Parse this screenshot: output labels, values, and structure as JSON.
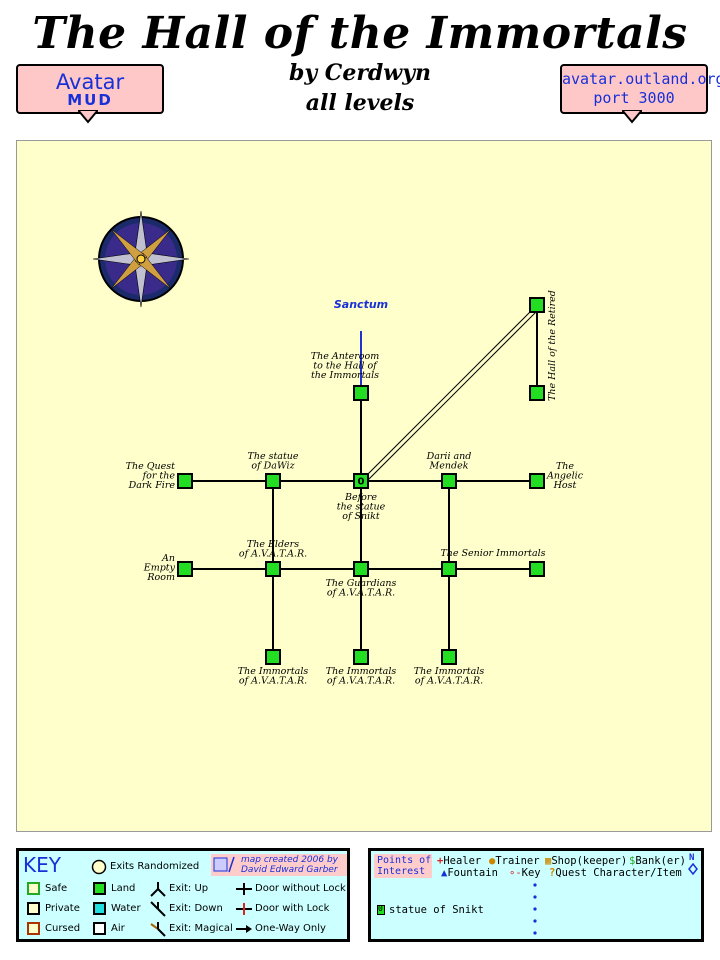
{
  "header": {
    "title": "The Hall of the Immortals",
    "author": "by Cerdwyn",
    "levels": "all levels",
    "logo_top": "Avatar",
    "logo_bottom": "MUD",
    "host": "avatar.outland.org",
    "port": "port 3000"
  },
  "map": {
    "rooms": [
      {
        "id": "r1",
        "label": [
          "The Anteroom",
          "to the Hall of",
          "the Immortals"
        ],
        "col": 4,
        "row": 1
      },
      {
        "id": "r2",
        "label": [
          "The statue",
          "of DaWiz"
        ],
        "col": 3,
        "row": 2
      },
      {
        "id": "r3",
        "label": [
          "Before",
          "the statue",
          "of Snikt"
        ],
        "col": 4,
        "row": 2,
        "poi": "0"
      },
      {
        "id": "r4",
        "label": [
          "Darii and",
          "Mendek"
        ],
        "col": 5,
        "row": 2
      },
      {
        "id": "r5",
        "label": [
          "The",
          "Angelic",
          "Host"
        ],
        "col": 6,
        "row": 2
      },
      {
        "id": "r6",
        "label": [
          "The Quest",
          "for the",
          "Dark Fire"
        ],
        "col": 2,
        "row": 2
      },
      {
        "id": "r7",
        "label": [
          "The Elders",
          "of A.V.A.T.A.R."
        ],
        "col": 3,
        "row": 3
      },
      {
        "id": "r8",
        "label": [
          "The Guardians",
          "of A.V.A.T.A.R."
        ],
        "col": 4,
        "row": 3
      },
      {
        "id": "r9",
        "label": [
          "The Senior Immortals"
        ],
        "col": 5,
        "row": 3
      },
      {
        "id": "r10",
        "label": [],
        "col": 6,
        "row": 3
      },
      {
        "id": "r11",
        "label": [
          "An",
          "Empty",
          "Room"
        ],
        "col": 2,
        "row": 3
      },
      {
        "id": "r12",
        "label": [
          "The Immortals",
          "of A.V.A.T.A.R."
        ],
        "col": 3,
        "row": 4
      },
      {
        "id": "r13",
        "label": [
          "The Immortals",
          "of A.V.A.T.A.R."
        ],
        "col": 4,
        "row": 4
      },
      {
        "id": "r14",
        "label": [
          "The Immortals",
          "of A.V.A.T.A.R."
        ],
        "col": 5,
        "row": 4
      },
      {
        "id": "r15",
        "label": [],
        "col": 6,
        "row": 0
      },
      {
        "id": "r16",
        "label": [
          "The Hall of the Retired"
        ],
        "col": 6,
        "row": 1
      }
    ],
    "exit_label": "Sanctum"
  },
  "key": {
    "title": "KEY",
    "exits_randomized": "Exits Randomized",
    "credit_line1": "map created 2006 by",
    "credit_line2": "David Edward Garber",
    "safe": "Safe",
    "private": "Private",
    "cursed": "Cursed",
    "land": "Land",
    "water": "Water",
    "air": "Air",
    "exit_up": "Exit: Up",
    "exit_down": "Exit: Down",
    "exit_magical": "Exit: Magical",
    "door_no_lock": "Door without Lock",
    "door_lock": "Door with Lock",
    "one_way": "One-Way Only",
    "colors": {
      "land": "#22dd22",
      "water": "#22dddd",
      "air": "#ffffff",
      "safe": "#22dd22",
      "private": "#ffffcc",
      "cursed": "#ffcccc"
    }
  },
  "poi": {
    "title_1": "Points of",
    "title_2": "Interest",
    "healer": "Healer",
    "trainer": "Trainer",
    "shop": "Shop(keeper)",
    "bank": "Bank(er)",
    "fountain": "Fountain",
    "key": "Key",
    "quest": "Quest Character/Item",
    "n": "N",
    "items": [
      {
        "marker": "0",
        "text": "statue of Snikt"
      }
    ]
  }
}
